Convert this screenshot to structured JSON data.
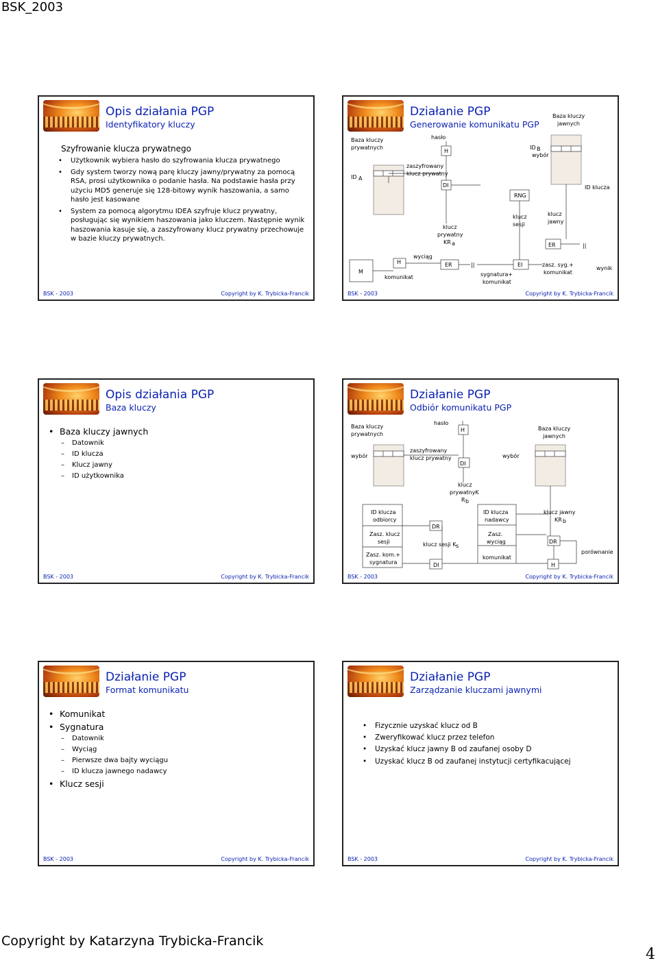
{
  "header": "BSK_2003",
  "footer": "Copyright by Katarzyna Trybicka-Francik",
  "page_number": "4",
  "slide_footer_left": "BSK - 2003",
  "slide_footer_right": "Copyright by K. Trybicka-Francik",
  "slide1": {
    "title": "Opis działania PGP",
    "subtitle": "Identyfikatory kluczy",
    "heading": "Szyfrowanie klucza prywatnego",
    "bullets": [
      "Użytkownik wybiera hasło do szyfrowania klucza prywatnego",
      "Gdy system tworzy nową parę kluczy jawny/prywatny za pomocą RSA, prosi użytkownika o podanie hasła. Na podstawie hasła przy użyciu MD5 generuje się 128-bitowy wynik haszowania, a samo hasło jest kasowane",
      "System za pomocą algorytmu IDEA szyfruje klucz prywatny, posługując się  wynikiem haszowania jako kluczem. Następnie wynik haszowania kasuje się, a zaszyfrowany klucz prywatny przechowuje w bazie kluczy prywatnych."
    ]
  },
  "slide2": {
    "title": "Działanie PGP",
    "subtitle": "Generowanie komunikatu PGP",
    "labels": {
      "baza_pryw": [
        "Baza kluczy",
        "prywatnych"
      ],
      "baza_jaw": [
        "Baza kluczy",
        "jawnych"
      ],
      "id_a": "ID",
      "id_a_sub": "A",
      "haslo": "hasło",
      "h": "H",
      "zaszyfrowany": [
        "zaszyfrowany",
        "klucz prywatny"
      ],
      "di": "DI",
      "id_b": "ID",
      "id_b_sub": "B",
      "wybor": "wybór",
      "rng": "RNG",
      "id_klucza": "ID klucza",
      "klucz_sesji": [
        "klucz",
        "sesji"
      ],
      "klucz_jawny": [
        "klucz",
        "jawny"
      ],
      "klucz_prywatny": [
        "klucz",
        "prywatny"
      ],
      "kr": "KR",
      "kr_sub": "a",
      "er": "ER",
      "concat": "||",
      "m": "M",
      "wyciag": "wyciąg",
      "komunikat": "komunikat",
      "ei": "EI",
      "sygnatura": [
        "sygnatura+",
        "komunikat"
      ],
      "zasz_syg": [
        "zasz. syg.+",
        "komunikat"
      ],
      "wynik": "wynik"
    }
  },
  "slide3": {
    "title": "Opis działania PGP",
    "subtitle": "Baza kluczy",
    "bullets": [
      "Baza kluczy jawnych"
    ],
    "sub_items": [
      "Datownik",
      "ID klucza",
      "Klucz jawny",
      "ID użytkownika"
    ]
  },
  "slide4": {
    "title": "Działanie PGP",
    "subtitle": "Odbiór komunikatu PGP",
    "labels": {
      "baza_pryw": [
        "Baza kluczy",
        "prywatnych"
      ],
      "baza_jaw": [
        "Baza kluczy",
        "jawnych"
      ],
      "haslo": "hasło",
      "h": "H",
      "wybor": "wybór",
      "zaszyfrowany": [
        "zaszyfrowany",
        "klucz prywatny"
      ],
      "di": "DI",
      "klucz_prywatny": [
        "klucz",
        "prywatnyK",
        "R"
      ],
      "klucz_prywatny_sub": "b",
      "id_odbiorcy": [
        "ID klucza",
        "odbiorcy"
      ],
      "zasz_klucz": [
        "Zasz. klucz",
        "sesji"
      ],
      "zasz_kom": [
        "Zasz. kom.+",
        "sygnatura"
      ],
      "dr": "DR",
      "klucz_sesji": "klucz sesji K",
      "klucz_sesji_sub": "s",
      "id_nadawcy": [
        "ID klucza",
        "nadawcy"
      ],
      "zasz_wyciag": [
        "Zasz.",
        "wyciąg"
      ],
      "komunikat": "komunikat",
      "klucz_jawny": [
        "klucz jawny",
        "KR"
      ],
      "klucz_jawny_sub": "b",
      "porownanie": "porównanie"
    }
  },
  "slide5": {
    "title": "Działanie PGP",
    "subtitle": "Format komunikatu",
    "items": [
      {
        "text": "Komunikat",
        "sub": []
      },
      {
        "text": "Sygnatura",
        "sub": [
          "Datownik",
          "Wyciąg",
          "Pierwsze dwa bajty wyciągu",
          "ID klucza jawnego nadawcy"
        ]
      },
      {
        "text": "Klucz sesji",
        "sub": []
      }
    ]
  },
  "slide6": {
    "title": "Działanie PGP",
    "subtitle": "Zarządzanie kluczami jawnymi",
    "bullets": [
      "Fizycznie uzyskać klucz od B",
      "Zweryfikować klucz przez telefon",
      "Uzyskać klucz jawny B od zaufanej osoby D",
      "Uzyskać klucz B od zaufanej instytucji certyfikacującej"
    ]
  }
}
